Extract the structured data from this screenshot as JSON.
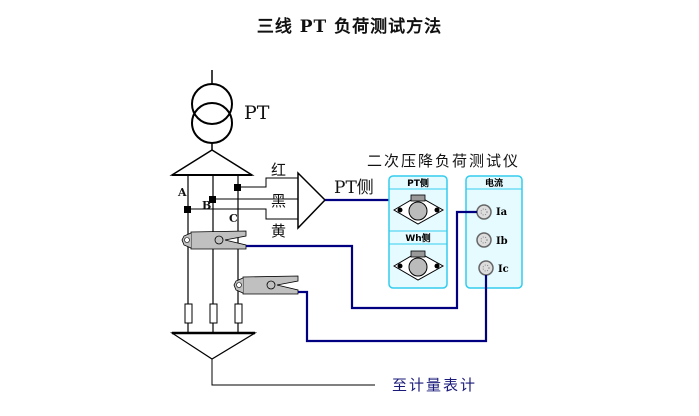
{
  "title": "三线 PT 负荷测试方法",
  "labels": {
    "transformer": "PT",
    "phase_a": "A",
    "phase_b": "B",
    "phase_c": "C",
    "wire_red": "红",
    "wire_black": "黑",
    "wire_yellow": "黄",
    "pt_side": "PT侧",
    "instrument_title": "二次压降负荷测试仪",
    "to_meter": "至计量表计"
  },
  "instrument": {
    "voltage_panel": {
      "pt_section": "PT侧",
      "wh_section": "Wh侧"
    },
    "current_panel": {
      "header": "电流",
      "jacks": [
        "Ia",
        "Ib",
        "Ic"
      ]
    }
  },
  "colors": {
    "wire": "#000080",
    "panel_fill": "#e6fbff",
    "panel_border": "#33ccee",
    "clamp": "#c0c0c0",
    "line": "#000000",
    "bottom_label": "#1a1a7a"
  }
}
